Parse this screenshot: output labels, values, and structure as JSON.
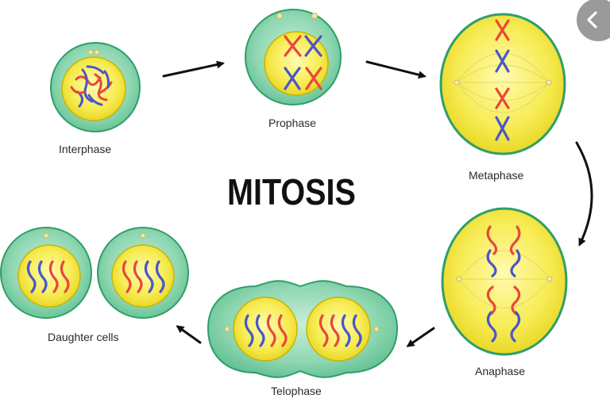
{
  "title": "MITOSIS",
  "stages": {
    "interphase": "Interphase",
    "prophase": "Prophase",
    "metaphase": "Metaphase",
    "anaphase": "Anaphase",
    "telophase": "Telophase",
    "daughter_cells": "Daughter cells"
  },
  "colors": {
    "cytoplasm": "#7ecfa6",
    "cell_border": "#2f9e6a",
    "nucleus": "#f3e646",
    "nucleus_border": "#c8b400",
    "chromosome_red": "#e8473c",
    "chromosome_blue": "#4a56c8",
    "arrow": "#111111"
  },
  "icons": {
    "nav_back": "chevron-left-icon"
  }
}
